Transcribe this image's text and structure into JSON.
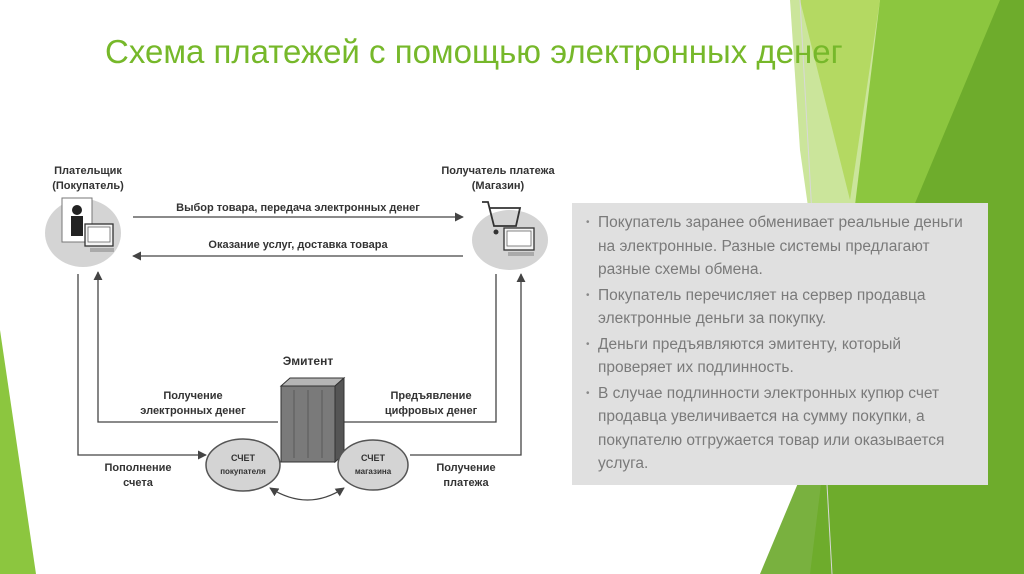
{
  "slide": {
    "title": "Схема платежей с помощью электронных денег",
    "colors": {
      "accent": "#76b82a",
      "accent_light": "#a9d44a",
      "accent_dark": "#5a9a1e",
      "box_bg": "#e0e0e0"
    }
  },
  "diagram": {
    "payer_label_1": "Плательщик",
    "payer_label_2": "(Покупатель)",
    "recipient_label_1": "Получатель платежа",
    "recipient_label_2": "(Магазин)",
    "arrow_top": "Выбор товара, передача электронных денег",
    "arrow_middle": "Оказание услуг, доставка товара",
    "issuer_label": "Эмитент",
    "receive_label_1": "Получение",
    "receive_label_2": "электронных денег",
    "present_label_1": "Предъявление",
    "present_label_2": "цифровых денег",
    "topup_label_1": "Пополнение",
    "topup_label_2": "счета",
    "payment_label_1": "Получение",
    "payment_label_2": "платежа",
    "buyer_account_1": "СЧЕТ",
    "buyer_account_2": "покупателя",
    "shop_account_1": "СЧЕТ",
    "shop_account_2": "магазина"
  },
  "text_box": {
    "bullet_symbol": "•",
    "items": [
      "Покупатель заранее обменивает реальные деньги на электронные. Разные системы предлагают разные схемы обмена.",
      "Покупатель перечисляет на сервер продавца электронные деньги за покупку.",
      "Деньги предъявляются эмитенту, который проверяет их подлинность.",
      "В случае подлинности электронных купюр счет продавца увеличивается на сумму покупки, а покупателю отгружается товар или оказывается услуга."
    ]
  }
}
